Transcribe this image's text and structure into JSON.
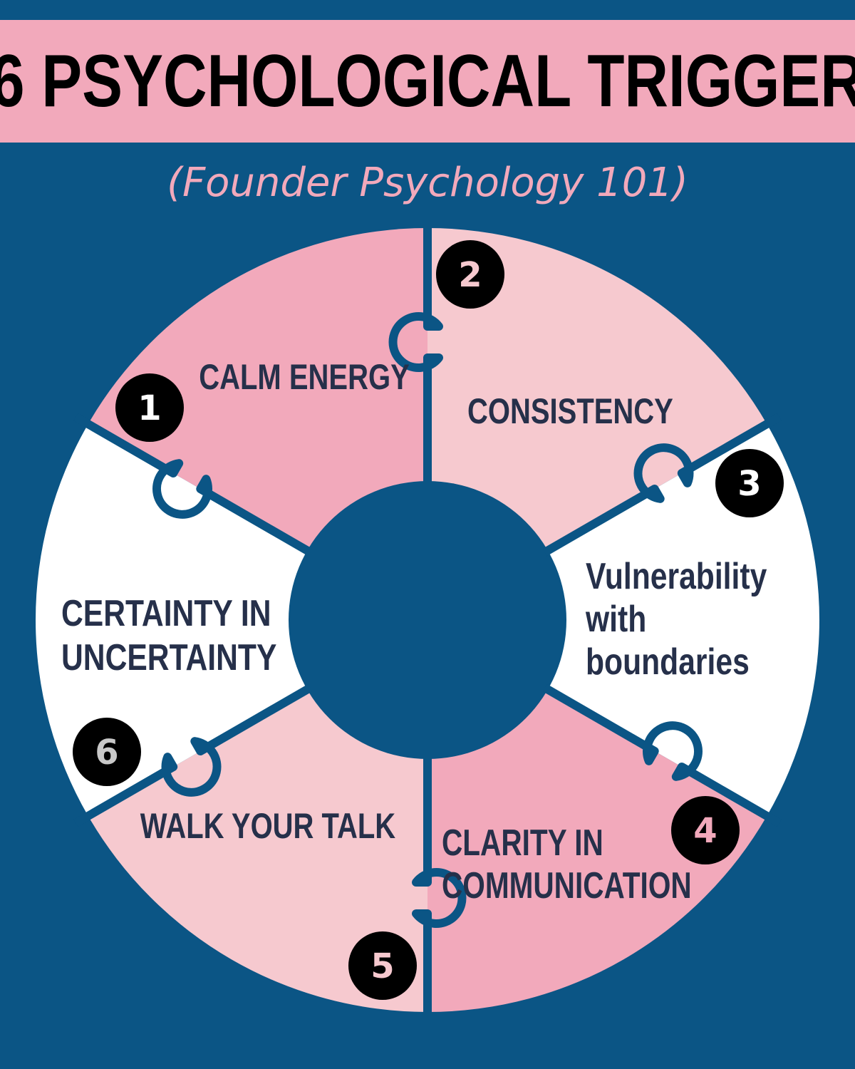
{
  "title": "6 PSYCHOLOGICAL TRIGGER",
  "subtitle": "(Founder Psychology 101)",
  "colors": {
    "background": "#0b5585",
    "banner": "#f2a9bb",
    "pink_dark": "#f2a9bb",
    "pink_light": "#f6c9cf",
    "white": "#ffffff",
    "text": "#26304a",
    "badge": "#000000"
  },
  "triggers": [
    {
      "number": "1",
      "label_lines": [
        "CALM ENERGY"
      ]
    },
    {
      "number": "2",
      "label_lines": [
        "CONSISTENCY"
      ]
    },
    {
      "number": "3",
      "label_lines": [
        "Vulnerability",
        "with",
        "boundaries"
      ]
    },
    {
      "number": "4",
      "label_lines": [
        "CLARITY IN",
        "COMMUNICATION"
      ]
    },
    {
      "number": "5",
      "label_lines": [
        "WALK YOUR TALK"
      ]
    },
    {
      "number": "6",
      "label_lines": [
        "CERTAINTY IN",
        "UNCERTAINTY"
      ]
    }
  ]
}
